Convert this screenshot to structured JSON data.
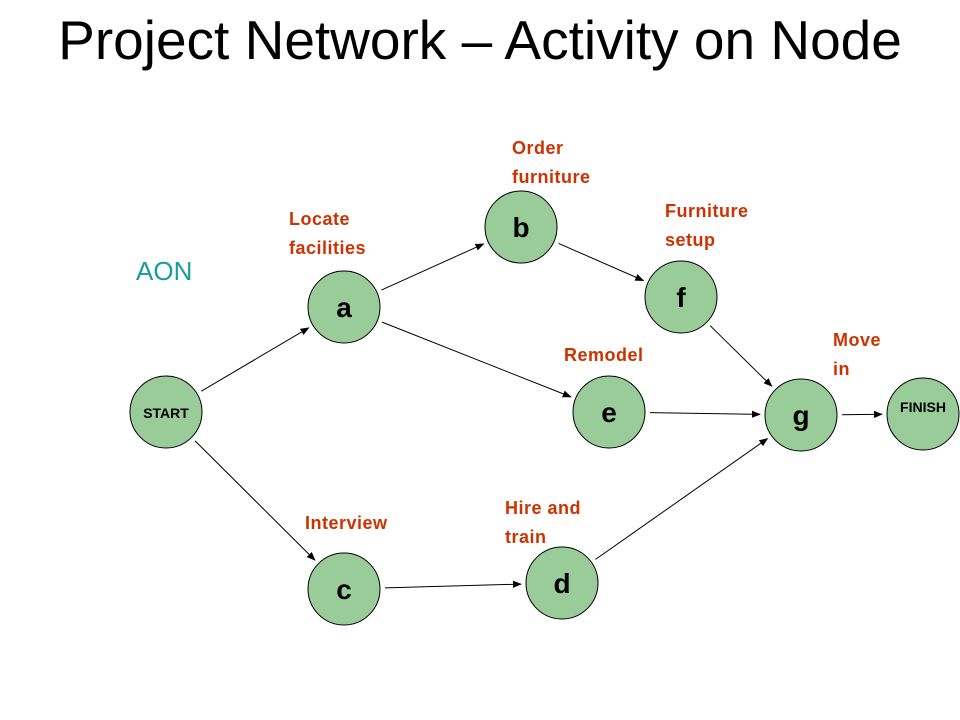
{
  "title": "Project Network – Activity on Node",
  "tag": "AON",
  "colors": {
    "node_fill": "#99cc99",
    "label": "#cc3300",
    "tag": "#1a9c9c"
  },
  "nodes": {
    "start": "START",
    "a": "a",
    "b": "b",
    "c": "c",
    "d": "d",
    "e": "e",
    "f": "f",
    "g": "g",
    "finish": "FINISH"
  },
  "labels": {
    "a": [
      "Locate",
      "facilities"
    ],
    "b": [
      "Order",
      "furniture"
    ],
    "c": [
      "Interview"
    ],
    "d": [
      "Hire and",
      "train"
    ],
    "e": [
      "Remodel"
    ],
    "f": [
      "Furniture",
      "setup"
    ],
    "g": [
      "Move",
      "in"
    ]
  },
  "edges": [
    [
      "start",
      "a"
    ],
    [
      "start",
      "c"
    ],
    [
      "a",
      "b"
    ],
    [
      "a",
      "e"
    ],
    [
      "b",
      "f"
    ],
    [
      "f",
      "g"
    ],
    [
      "e",
      "g"
    ],
    [
      "c",
      "d"
    ],
    [
      "d",
      "g"
    ],
    [
      "g",
      "finish"
    ]
  ]
}
